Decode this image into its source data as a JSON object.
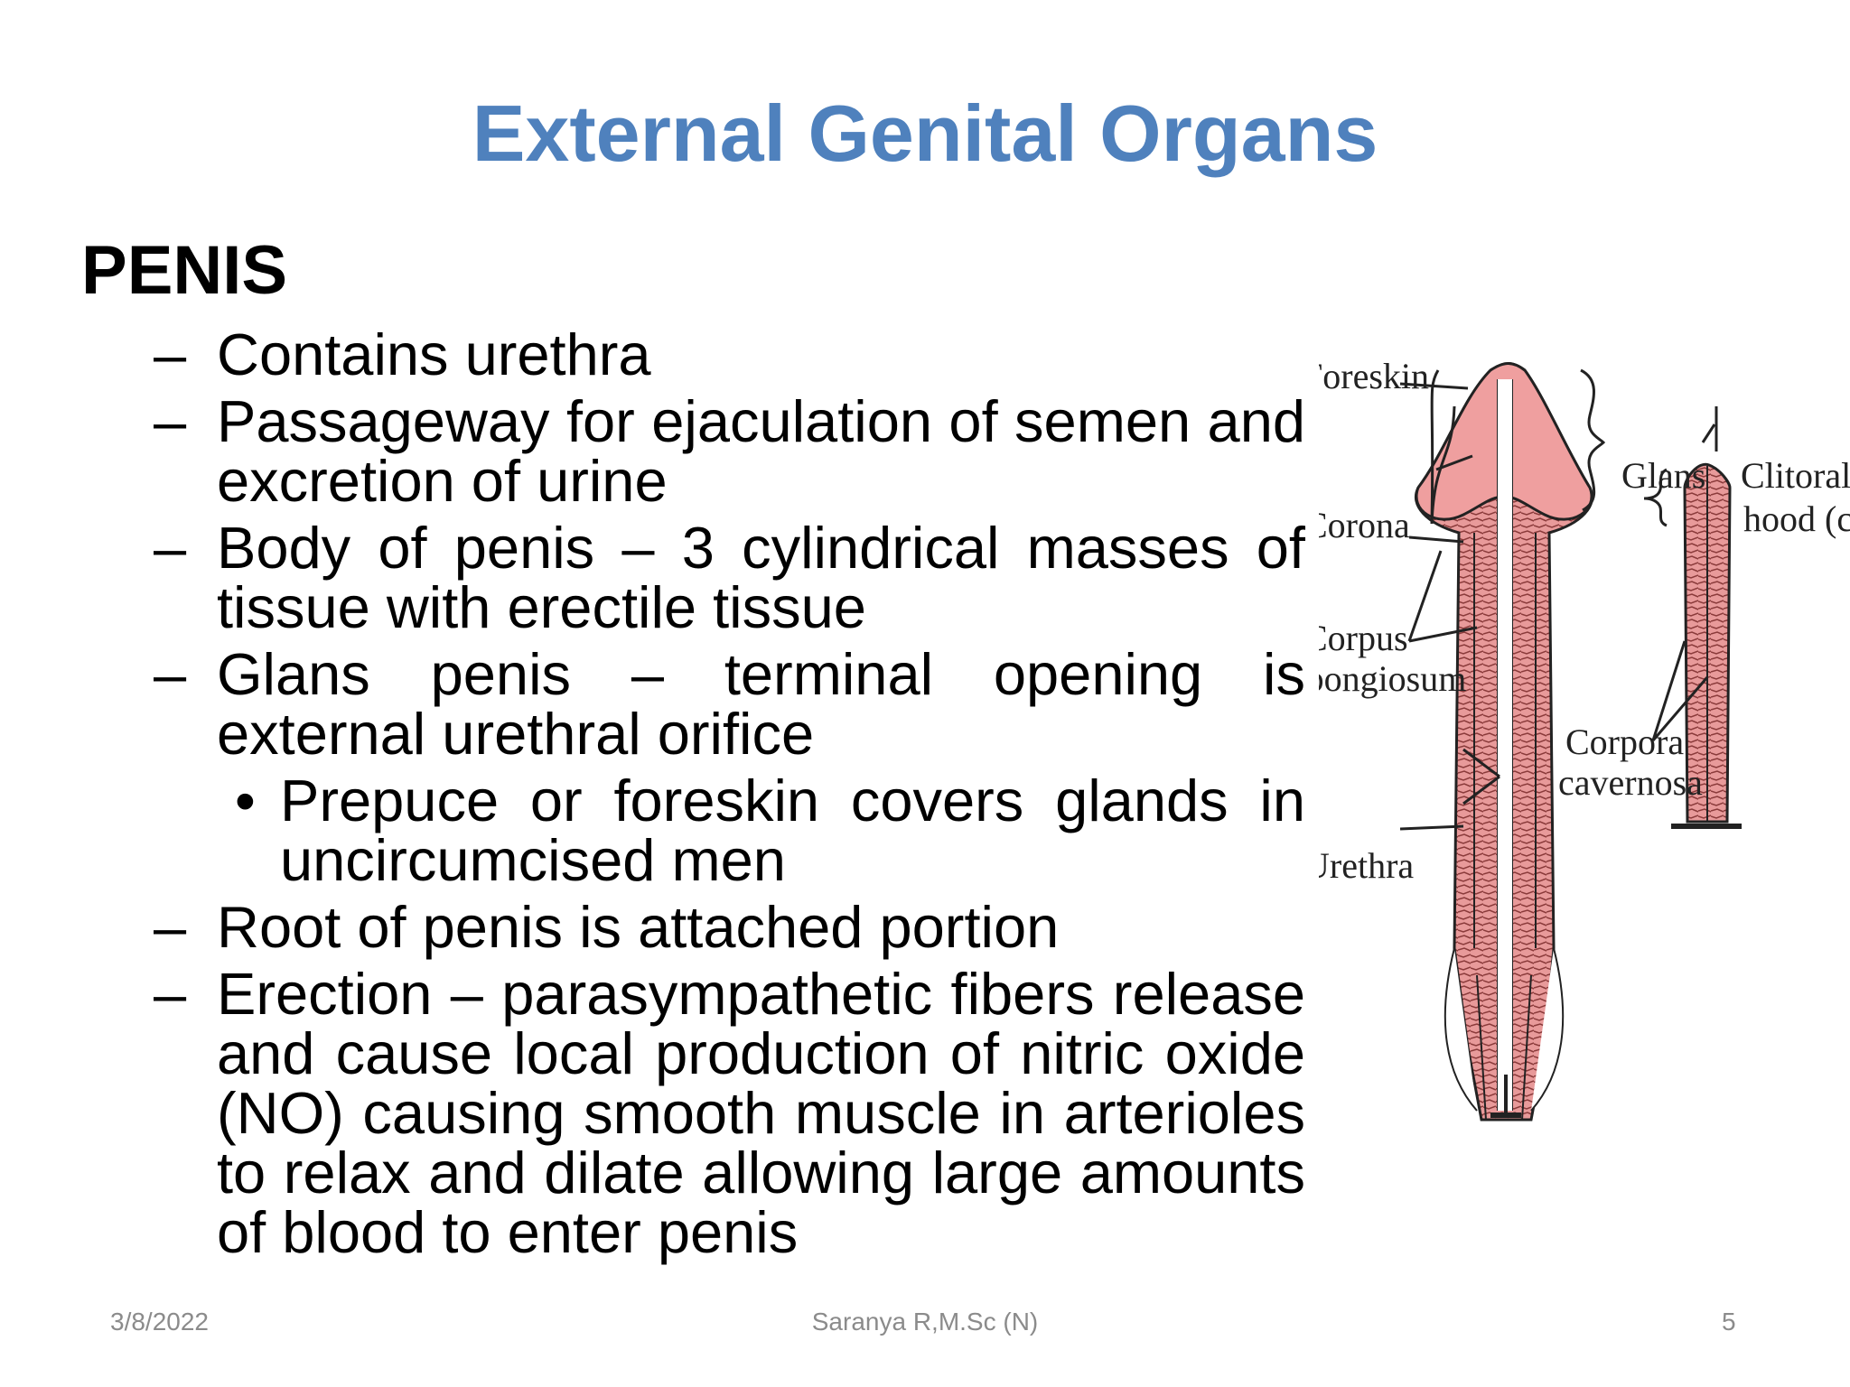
{
  "title": "External Genital Organs",
  "section_heading": "PENIS",
  "bullets": [
    {
      "marker": "–",
      "text": "Contains urethra"
    },
    {
      "marker": "–",
      "text": "Passageway for ejaculation of semen and excretion of urine"
    },
    {
      "marker": "–",
      "text": "Body of penis – 3 cylindrical masses of tissue with erectile tissue"
    },
    {
      "marker": "–",
      "text": "Glans penis – terminal opening is external urethral orifice"
    },
    {
      "marker": "•",
      "text": "Prepuce or foreskin covers glands in uncircumcised men"
    },
    {
      "marker": "–",
      "text": "Root of penis is attached portion"
    },
    {
      "marker": "–",
      "text": "Erection – parasympathetic fibers release and cause local production of nitric oxide (NO) causing smooth muscle in arterioles to relax and dilate allowing large amounts of blood to enter penis"
    }
  ],
  "diagram": {
    "labels": {
      "foreskin": "Foreskin",
      "corona": "Corona",
      "corpus_1": "Corpus",
      "corpus_2": "spongiosum",
      "glans": "Glans",
      "clitoral_1": "Clitoral",
      "clitoral_2": "hood (cut)",
      "corpora_1": "Corpora",
      "corpora_2": "cavernosa",
      "urethra": "Urethra"
    },
    "colors": {
      "tissue": "#e89a9a",
      "tissue_dark": "#c96b6b",
      "outline": "#222222"
    }
  },
  "footer": {
    "date": "3/8/2022",
    "author": "Saranya R,M.Sc (N)",
    "page": "5"
  }
}
